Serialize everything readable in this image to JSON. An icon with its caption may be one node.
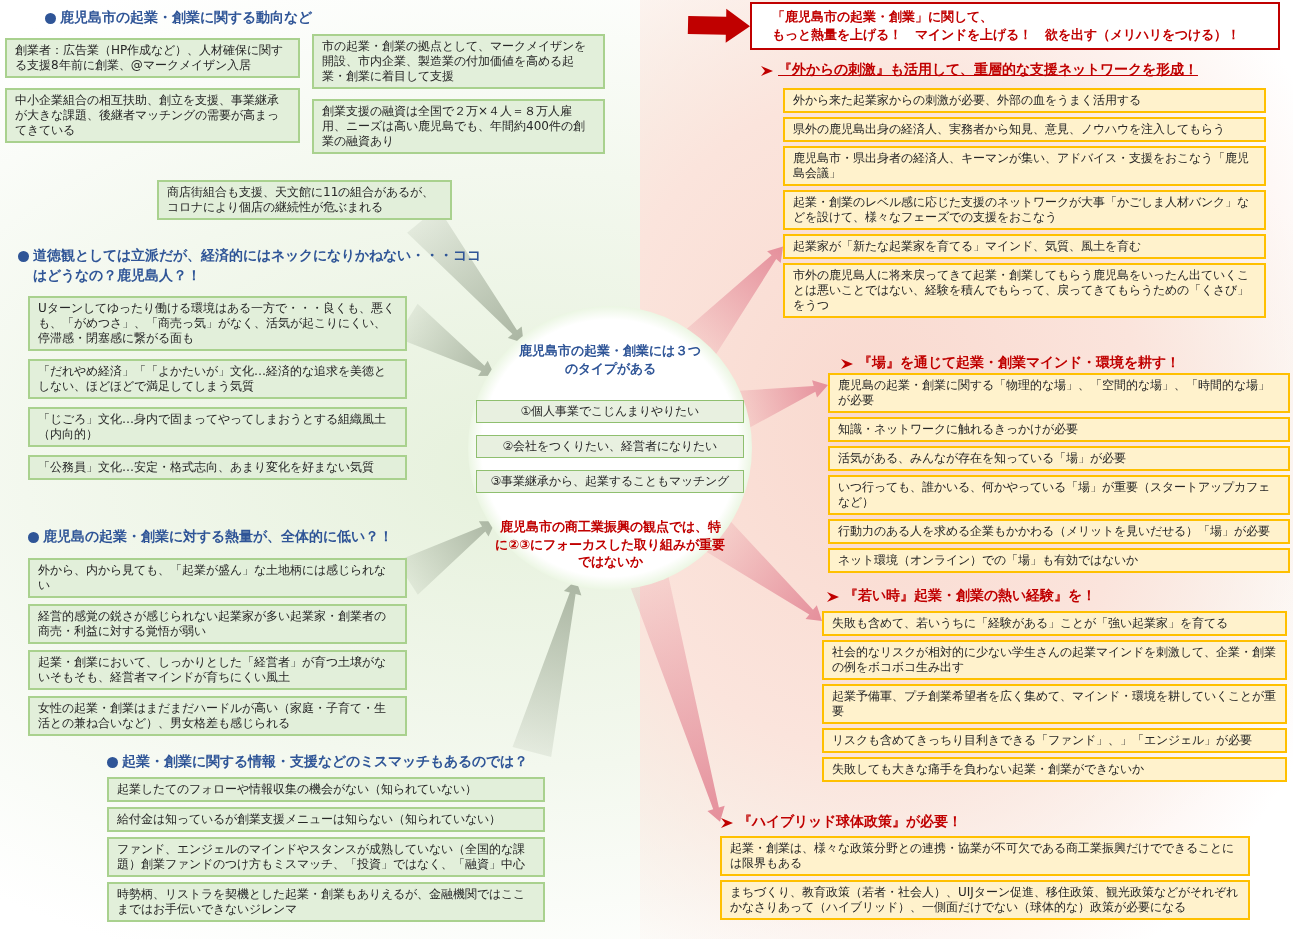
{
  "diagram": {
    "nodes": [
      {
        "text": [
          "「鹿児島市の起業・創業」に関して、",
          "もっと熱量を上げる！　マインドを上げる！　欲を出す（メリハリをつける）！"
        ]
      },
      {
        "text": [
          "創業者：広告業（HP作成など）、人材確保に関する支援8年前に創業、@マークメイザン入居"
        ]
      },
      {
        "text": [
          "市の起業・創業の拠点として、マークメイザンを開設、市内企業、製造業の付加価値を高める起業・創業に着目して支援"
        ]
      },
      {
        "text": [
          "中小企業組合の相互扶助、創立を支援、事業継承が大きな課題、後継者マッチングの需要が高まってきている"
        ]
      },
      {
        "text": [
          "創業支援の融資は全国で２万×４人＝８万人雇用、ニーズは高い鹿児島でも、年間約400件の創業の融資あり"
        ]
      },
      {
        "text": [
          "商店街組合も支援、天文館に11の組合があるが、コロナにより個店の継続性が危ぶまれる"
        ]
      },
      {
        "text": [
          "Uターンしてゆったり働ける環境はある一方で・・・良くも、悪くも、「がめつさ」、「商売っ気」がなく、活気が起こりにくい、停滞感・閉塞感に繋がる面も"
        ]
      },
      {
        "text": [
          "「だれやめ経済」「「よかたいが」文化…経済的な追求を美徳としない、ほどほどで満足してしまう気質"
        ]
      },
      {
        "text": [
          "「じごろ」文化…身内で固まってやってしまおうとする組織風土（内向的）"
        ]
      },
      {
        "text": [
          "「公務員」文化…安定・格式志向、あまり変化を好まない気質"
        ]
      },
      {
        "text": [
          "外から、内から見ても、「起業が盛ん」な土地柄には感じられない"
        ]
      },
      {
        "text": [
          "経営的感覚の鋭さが感じられない起業家が多い起業家・創業者の商売・利益に対する覚悟が弱い"
        ]
      },
      {
        "text": [
          "起業・創業において、しっかりとした「経営者」が育つ土壌がないそもそも、経営者マインドが育ちにくい風土"
        ]
      },
      {
        "text": [
          "女性の起業・創業はまだまだハードルが高い（家庭・子育て・生活との兼ね合いなど）、男女格差も感じられる"
        ]
      },
      {
        "text": [
          "起業・創業に関する情報・支援などのミスマッチもあるのでは？"
        ]
      },
      {
        "text": [
          "起業したてのフォローや情報収集の機会がない（知られていない）"
        ]
      },
      {
        "text": [
          "給付金は知っているが創業支援メニューは知らない（知られていない）"
        ]
      },
      {
        "text": [
          "ファンド、エンジェルのマインドやスタンスが成熟していない（全国的な課題）創業ファンドのつけ方もミスマッチ、「投資」ではなく、「融資」中心"
        ]
      },
      {
        "text": [
          "時勢柄、リストラを契機とした起業・創業もありえるが、金融機関ではここまではお手伝いできないジレンマ"
        ]
      },
      {
        "text": [
          "鹿児島市の起業・創業には３つのタイプがある",
          "鹿児島市の商工業振興の観点では、特に②③にフォーカスした取り組みが重要ではないか"
        ]
      },
      {
        "text": [
          "①個人事業でこじんまりやりたい"
        ],
        "in": 19
      },
      {
        "text": [
          "②会社をつくりたい、経営者になりたい"
        ],
        "in": 19
      },
      {
        "text": [
          "③事業継承から、起業することもマッチング"
        ],
        "in": 19
      },
      {
        "text": [
          "外から来た起業家からの刺激が必要、外部の血をうまく活用する"
        ]
      },
      {
        "text": [
          "県外の鹿児島出身の経済人、実務者から知見、意見、ノウハウを注入してもらう"
        ]
      },
      {
        "text": [
          "鹿児島市・県出身者の経済人、キーマンが集い、アドバイス・支援をおこなう「鹿児島会議」"
        ]
      },
      {
        "text": [
          "起業・創業のレベル感に応じた支援のネットワークが大事「かごしま人材バンク」などを設けて、様々なフェーズでの支援をおこなう"
        ]
      },
      {
        "text": [
          "起業家が「新たな起業家を育てる」マインド、気質、風土を育む"
        ]
      },
      {
        "text": [
          "市外の鹿児島人に将来戻ってきて起業・創業してもらう鹿児島をいったん出ていくことは悪いことではない、経験を積んでもらって、戻ってきてもらうための「くさび」をうつ"
        ]
      },
      {
        "text": [
          "鹿児島の起業・創業に関する「物理的な場」、「空間的な場」、「時間的な場」が必要"
        ]
      },
      {
        "text": [
          "知識・ネットワークに触れるきっかけが必要"
        ]
      },
      {
        "text": [
          "活気がある、みんなが存在を知っている「場」が必要"
        ]
      },
      {
        "text": [
          "いつ行っても、誰かいる、何かやっている「場」が重要（スタートアップカフェなど）"
        ]
      },
      {
        "text": [
          "行動力のある人を求める企業もかかわる（メリットを見いだせる）「場」が必要"
        ]
      },
      {
        "text": [
          "ネット環境（オンライン）での「場」も有効ではないか"
        ]
      },
      {
        "text": [
          "失敗も含めて、若いうちに「経験がある」ことが「強い起業家」を育てる"
        ]
      },
      {
        "text": [
          "社会的なリスクが相対的に少ない学生さんの起業マインドを刺激して、企業・創業の例をボコボコ生み出す"
        ]
      },
      {
        "text": [
          "起業予備軍、プチ創業希望者を広く集めて、マインド・環境を耕していくことが重要"
        ]
      },
      {
        "text": [
          "リスクも含めてきっちり目利きできる「ファンド」、」「エンジェル」が必要"
        ]
      },
      {
        "text": [
          "失敗しても大きな痛手を負わない起業・創業ができないか"
        ]
      },
      {
        "text": [
          "『ハイブリッド球体政策』が必要！"
        ]
      },
      {
        "text": [
          "起業・創業は、様々な政策分野との連携・協業が不可欠である商工業振興だけでできることには限界もある"
        ]
      },
      {
        "text": [
          "まちづくり、教育政策（若者・社会人）、UIJターン促進、移住政策、観光政策などがそれぞれかなさりあって（ハイブリッド）、一側面だけでない（球体的な）政策が必要になる"
        ]
      }
    ],
    "edges": [
      {
        "from": null,
        "to": 0,
        "arrow": "to",
        "style": "thick",
        "color": "#c00000"
      },
      {
        "from": 5,
        "to": 19,
        "arrow": "to"
      },
      {
        "from": 6,
        "to": 19,
        "arrow": "to"
      },
      {
        "from": 10,
        "to": 19,
        "arrow": "to"
      },
      {
        "from": 14,
        "to": 19,
        "arrow": "to"
      },
      {
        "from": 19,
        "to": 27,
        "arrow": "to",
        "color": "#e58f9b"
      },
      {
        "from": 19,
        "to": 29,
        "arrow": "to",
        "color": "#e58f9b"
      },
      {
        "from": 19,
        "to": 35,
        "arrow": "to",
        "color": "#e58f9b"
      },
      {
        "from": 19,
        "to": 40,
        "arrow": "to",
        "color": "#e58f9b"
      }
    ],
    "labels": [
      "鹿児島市の起業・創業に関する動向など",
      "道徳観としては立派だが、経済的にはネックになりかねない・・・ココはどうなの？鹿児島人？！",
      "鹿児島の起業・創業に対する熱量が、全体的に低い？！",
      "『外からの刺激』も活用して、重層的な支援ネットワークを形成！",
      "『場』を通じて起業・創業マインド・環境を耕す！",
      "『若い時』起業・創業の熱い経験』を！"
    ]
  }
}
